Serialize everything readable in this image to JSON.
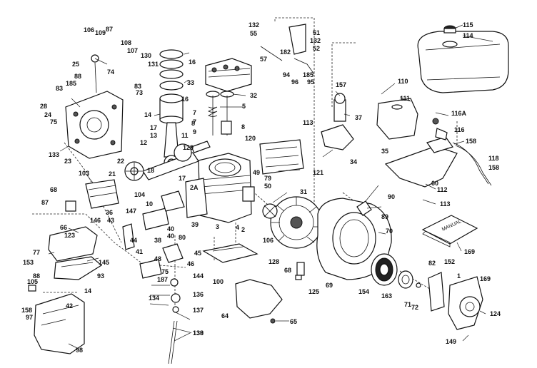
{
  "diagram": {
    "type": "exploded-parts-view",
    "callouts": [
      "106",
      "109",
      "87",
      "132",
      "55",
      "51",
      "132",
      "52",
      "182",
      "115",
      "114",
      "108",
      "107",
      "130",
      "16",
      "25",
      "74",
      "131",
      "57",
      "94",
      "96",
      "185",
      "95",
      "88",
      "185",
      "33",
      "83",
      "73",
      "83",
      "28",
      "24",
      "75",
      "16",
      "32",
      "14",
      "5",
      "7",
      "7",
      "8",
      "8",
      "9",
      "17",
      "13",
      "11",
      "133",
      "23",
      "129",
      "12",
      "22",
      "120",
      "110",
      "157",
      "37",
      "111",
      "116A",
      "116",
      "158",
      "113",
      "35",
      "34",
      "118",
      "158",
      "121",
      "112",
      "113",
      "21",
      "18",
      "49",
      "103",
      "79",
      "50",
      "31",
      "17",
      "104",
      "10",
      "2A",
      "68",
      "87",
      "147",
      "36",
      "146",
      "43",
      "66",
      "123",
      "2",
      "3",
      "90",
      "89",
      "39",
      "40",
      "38",
      "80",
      "44",
      "41",
      "40",
      "70",
      "48",
      "45",
      "46",
      "106",
      "77",
      "153",
      "145",
      "75",
      "187",
      "93",
      "14",
      "42",
      "98",
      "105",
      "158",
      "97",
      "88",
      "128",
      "68",
      "125",
      "69",
      "154",
      "136",
      "138",
      "134",
      "137",
      "144",
      "100",
      "64",
      "65",
      "71",
      "163",
      "72",
      "82",
      "152",
      "169",
      "124",
      "149",
      "139",
      "1",
      "60",
      "4",
      "169"
    ],
    "manual_label": "MANUAL"
  }
}
